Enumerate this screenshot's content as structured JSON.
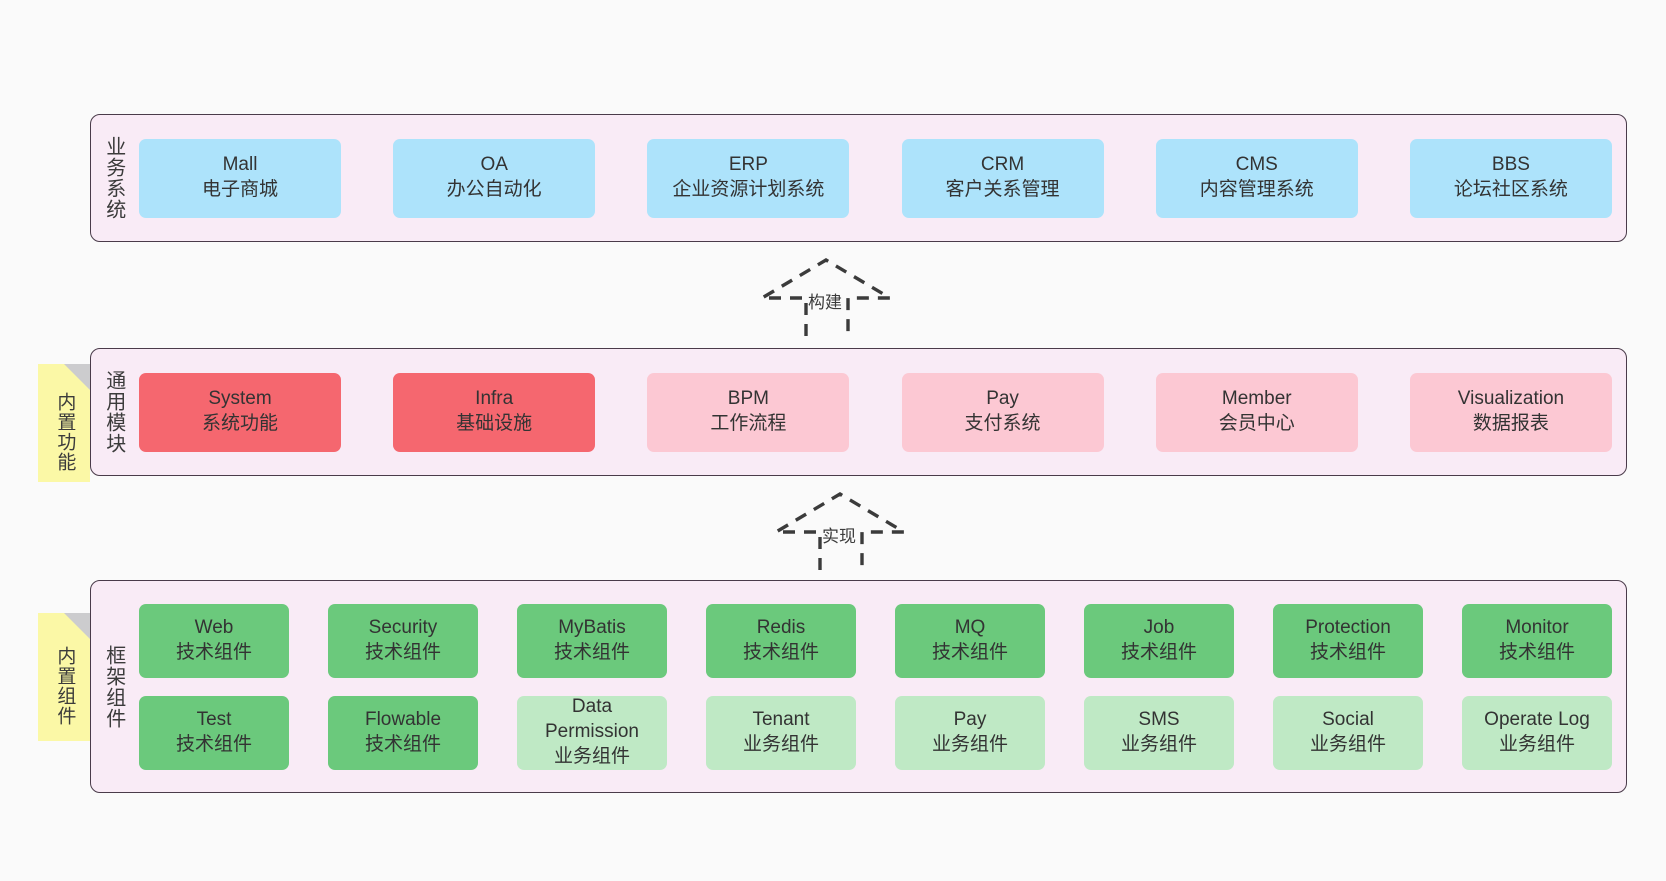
{
  "page": {
    "background": "#fafafa",
    "panel_bg": "#f9ebf6",
    "panel_border": "#4a3b4a",
    "sticky_bg": "#fbf8a6",
    "color_business": "#ade3fb",
    "color_module_strong": "#f5676f",
    "color_module_light": "#fcc8d3",
    "color_tech": "#6bc97c",
    "color_biz_component": "#bfe9c5"
  },
  "layers": {
    "business": {
      "title": "业务系统",
      "cards": [
        {
          "en": "Mall",
          "cn": "电子商城"
        },
        {
          "en": "OA",
          "cn": "办公自动化"
        },
        {
          "en": "ERP",
          "cn": "企业资源计划系统"
        },
        {
          "en": "CRM",
          "cn": "客户关系管理"
        },
        {
          "en": "CMS",
          "cn": "内容管理系统"
        },
        {
          "en": "BBS",
          "cn": "论坛社区系统"
        }
      ]
    },
    "modules": {
      "title": "通用模块",
      "sticky": "内置功能",
      "cards": [
        {
          "en": "System",
          "cn": "系统功能",
          "emphasis": true
        },
        {
          "en": "Infra",
          "cn": "基础设施",
          "emphasis": true
        },
        {
          "en": "BPM",
          "cn": "工作流程",
          "emphasis": false
        },
        {
          "en": "Pay",
          "cn": "支付系统",
          "emphasis": false
        },
        {
          "en": "Member",
          "cn": "会员中心",
          "emphasis": false
        },
        {
          "en": "Visualization",
          "cn": "数据报表",
          "emphasis": false
        }
      ]
    },
    "framework": {
      "title": "框架组件",
      "sticky": "内置组件",
      "row1": [
        {
          "en": "Web",
          "cn": "技术组件"
        },
        {
          "en": "Security",
          "cn": "技术组件"
        },
        {
          "en": "MyBatis",
          "cn": "技术组件"
        },
        {
          "en": "Redis",
          "cn": "技术组件"
        },
        {
          "en": "MQ",
          "cn": "技术组件"
        },
        {
          "en": "Job",
          "cn": "技术组件"
        },
        {
          "en": "Protection",
          "cn": "技术组件"
        },
        {
          "en": "Monitor",
          "cn": "技术组件"
        }
      ],
      "row2": [
        {
          "en": "Test",
          "cn": "技术组件",
          "kind": "tech"
        },
        {
          "en": "Flowable",
          "cn": "技术组件",
          "kind": "tech"
        },
        {
          "en": "Data Permission",
          "cn": "业务组件",
          "kind": "biz"
        },
        {
          "en": "Tenant",
          "cn": "业务组件",
          "kind": "biz"
        },
        {
          "en": "Pay",
          "cn": "业务组件",
          "kind": "biz"
        },
        {
          "en": "SMS",
          "cn": "业务组件",
          "kind": "biz"
        },
        {
          "en": "Social",
          "cn": "业务组件",
          "kind": "biz"
        },
        {
          "en": "Operate Log",
          "cn": "业务组件",
          "kind": "biz"
        }
      ]
    }
  },
  "connectors": [
    {
      "label": "构建"
    },
    {
      "label": "实现"
    }
  ]
}
